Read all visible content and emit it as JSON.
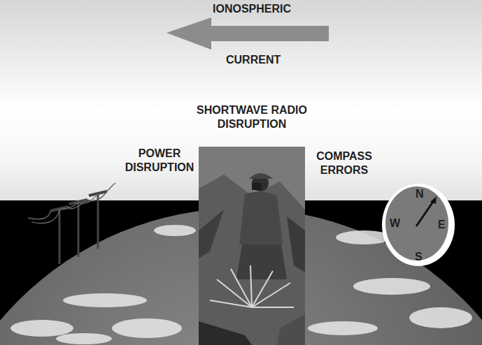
{
  "diagram": {
    "nodes": [
      {
        "text": [
          "IONOSPHERIC",
          "CURRENT"
        ]
      },
      {
        "text": [
          "N",
          "E",
          "S",
          "W"
        ]
      }
    ],
    "labels": [
      "SHORTWAVE RADIO DISRUPTION",
      "POWER DISRUPTION",
      "COMPASS ERRORS"
    ]
  }
}
